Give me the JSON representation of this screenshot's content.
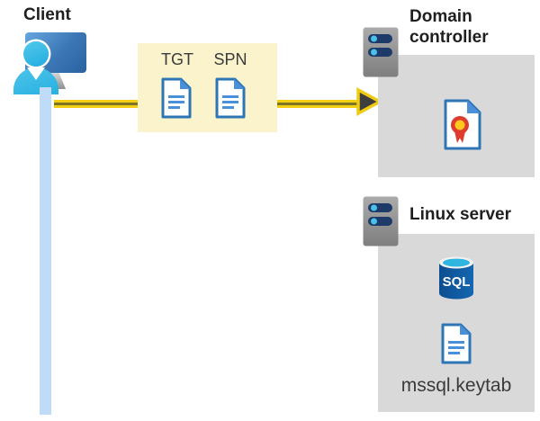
{
  "client": {
    "title": "Client"
  },
  "tickets": {
    "tgt": "TGT",
    "spn": "SPN"
  },
  "domain_controller": {
    "title": "Domain controller"
  },
  "linux_server": {
    "title": "Linux server",
    "sql": "SQL",
    "keytab": "mssql.keytab"
  },
  "colors": {
    "ticket_box_yellow": "#faf3cc",
    "section_box_gray": "#d9d9d9",
    "arrow_yellow": "#f2ce15",
    "arrow_dark_stripe": "#7d7424",
    "arrowhead_fill": "#3e3e3e",
    "timeline_blue": "#bfdbf7",
    "document_blue": "#2e75b6",
    "person_cyan": "#35bde8",
    "monitor_blue": "#3c77b5",
    "server_body_gray": "#9a9a9a",
    "server_bar_navy": "#1e3a69",
    "server_dot_cyan": "#49c2ea",
    "sql_body_blue": "#0e5fa8",
    "sql_top_cyan": "#2eb5e0",
    "certificate_red": "#dd3c2e",
    "certificate_yellow": "#ffc81f"
  }
}
